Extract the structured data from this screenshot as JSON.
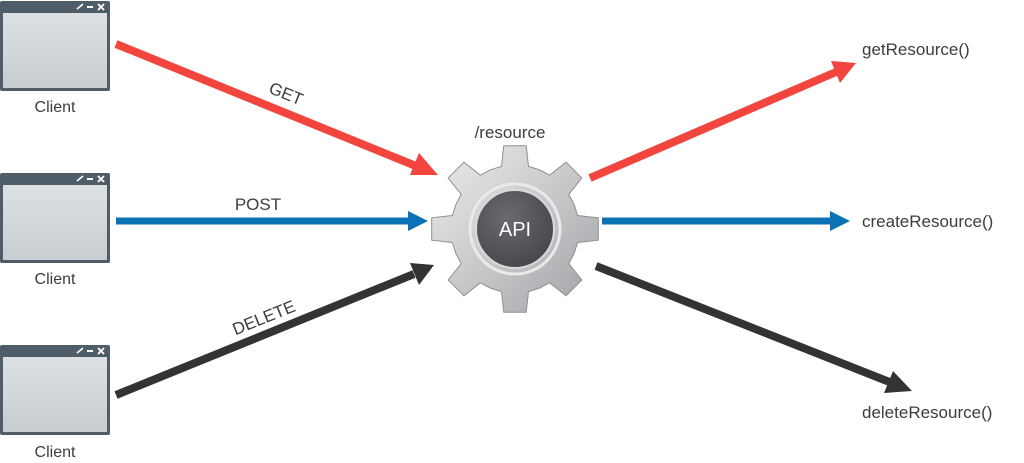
{
  "clients": [
    {
      "label": "Client"
    },
    {
      "label": "Client"
    },
    {
      "label": "Client"
    }
  ],
  "requests": [
    {
      "method": "GET",
      "color": "#f2453d"
    },
    {
      "method": "POST",
      "color": "#0b72b5"
    },
    {
      "method": "DELETE",
      "color": "#333333"
    }
  ],
  "api": {
    "path": "/resource",
    "label": "API"
  },
  "handlers": [
    {
      "name": "getResource()",
      "color": "#f2453d"
    },
    {
      "name": "createResource()",
      "color": "#0b72b5"
    },
    {
      "name": "deleteResource()",
      "color": "#333333"
    }
  ],
  "colors": {
    "window_frame": "#4f5d68",
    "window_body": "#d4d8db",
    "gear": "#c9cacc",
    "api_circle": "#56575b"
  }
}
